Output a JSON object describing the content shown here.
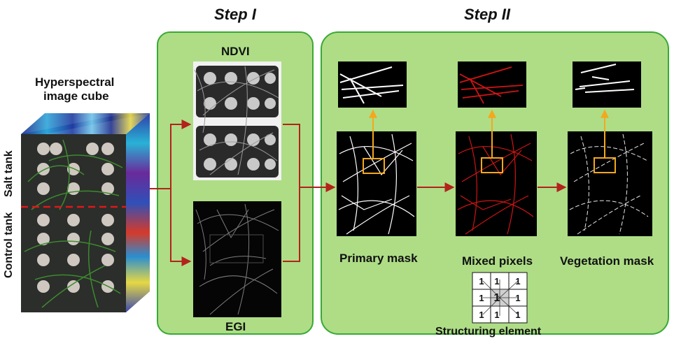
{
  "steps": {
    "step1": "Step I",
    "step2": "Step II"
  },
  "cube": {
    "title_line1": "Hyperspectral",
    "title_line2": "image cube",
    "salt_label": "Salt tank",
    "control_label": "Control tank"
  },
  "step1": {
    "ndvi": "NDVI",
    "egi": "EGI"
  },
  "step2": {
    "primary": "Primary mask",
    "mixed": "Mixed pixels",
    "vegetation": "Vegetation mask",
    "struct_caption": "Structuring element"
  },
  "struct_grid": [
    "1",
    "1",
    "1",
    "1",
    "1",
    "1",
    "1",
    "1",
    "1"
  ],
  "colors": {
    "box_fill": "#aedd86",
    "box_stroke": "#39a935",
    "arrow": "#b3221b",
    "zoom": "#f4a81d",
    "mixed_red": "#d11414"
  }
}
